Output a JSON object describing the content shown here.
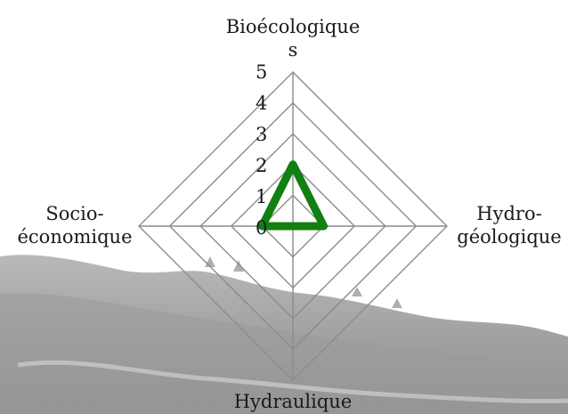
{
  "chart_data": {
    "type": "radar",
    "axes": [
      {
        "line1": "Bioécologique",
        "line2": "s"
      },
      {
        "line1": "Hydro-",
        "line2": "géologique"
      },
      {
        "line1": "Hydraulique",
        "line2": ""
      },
      {
        "line1": "Socio-",
        "line2": "économique"
      }
    ],
    "categories": [
      "Bioécologiques",
      "Hydro-géologique",
      "Hydraulique",
      "Socio-économique"
    ],
    "ticks": [
      "0",
      "1",
      "2",
      "3",
      "4",
      "5"
    ],
    "rlim": [
      0,
      5
    ],
    "series": [
      {
        "values": [
          2,
          1,
          0,
          1
        ],
        "color": "#127f12"
      }
    ],
    "grid_color": "#8c8c8c",
    "legend": "none"
  }
}
